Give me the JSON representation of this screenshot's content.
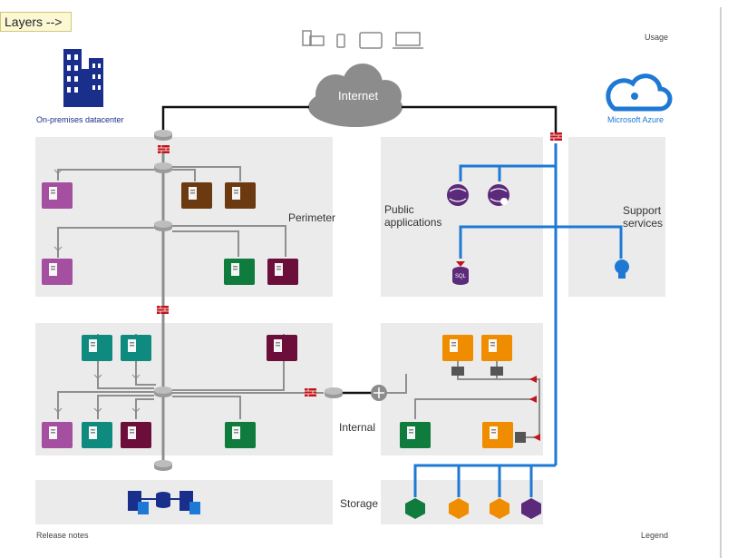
{
  "header": {
    "layers_button": "Layers  -->",
    "usage_link": "Usage",
    "release_notes_link": "Release notes",
    "legend_link": "Legend"
  },
  "onprem": {
    "label": "On-premises datacenter"
  },
  "cloud": {
    "label": "Microsoft Azure"
  },
  "internet": {
    "label": "Internet"
  },
  "zones": {
    "perimeter": "Perimeter",
    "internal": "Internal",
    "storage": "Storage",
    "public_apps_line1": "Public",
    "public_apps_line2": "applications",
    "support_line1": "Support",
    "support_line2": "services"
  },
  "icons": {
    "devices": [
      "desktop-icon",
      "phone-icon",
      "tablet-icon",
      "laptop-icon"
    ],
    "sql_badge": "SQL"
  },
  "colors": {
    "purple": "#a44fa0",
    "brown": "#6b3a10",
    "green": "#0f7b3d",
    "maroon": "#6b0f3a",
    "teal": "#0f8a7e",
    "orange": "#f08c00",
    "navy": "#1a2f8c",
    "azure_blue": "#1e79d4",
    "firewall_red": "#c0161c",
    "gray_line": "#8f8f8f"
  }
}
